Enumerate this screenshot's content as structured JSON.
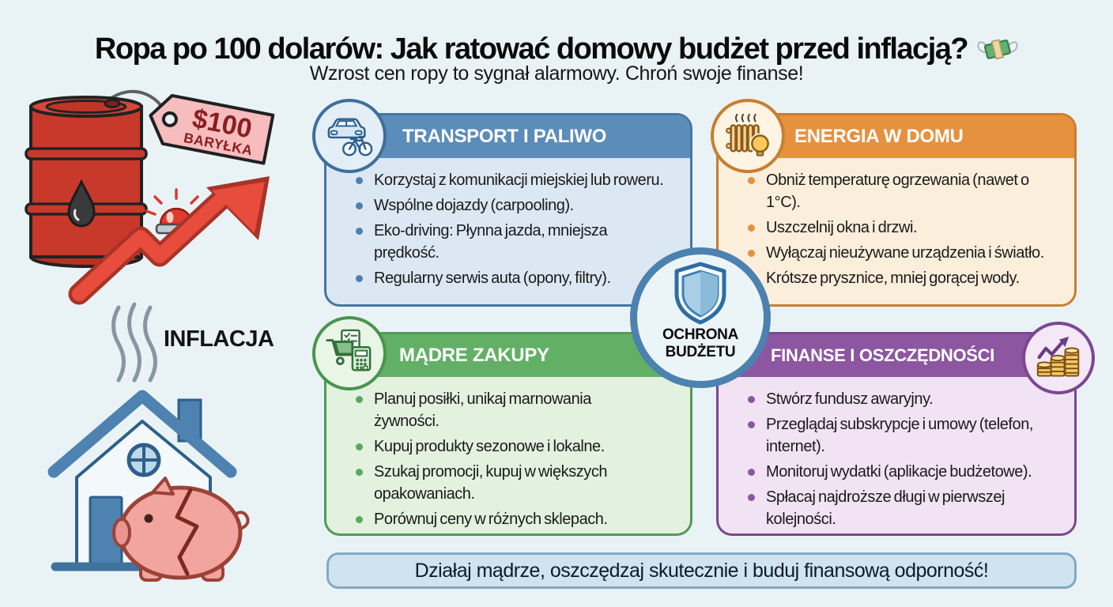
{
  "header": {
    "title": "Ropa po 100 dolarów: Jak ratować domowy budżet przed inflacją?",
    "title_icon": "money-with-wings-icon",
    "subtitle": "Wzrost cen ropy to sygnał alarmowy. Chroń swoje finanse!"
  },
  "illustration": {
    "tag_price": "$100",
    "tag_unit": "BARYŁKA",
    "inflation_label": "INFLACJA"
  },
  "center_badge": {
    "line1": "OCHRONA",
    "line2": "BUDŻETU",
    "icon": "shield-icon",
    "ring_color": "#4d81af"
  },
  "cards": [
    {
      "id": "transport",
      "title": "TRANSPORT I PALIWO",
      "icon": "car-and-bicycle-icon",
      "accent": "#5b8cba",
      "border": "#46759f",
      "body_bg": "#dbe8f3",
      "bullets": [
        "Korzystaj z komunikacji miejskiej lub roweru.",
        "Wspólne dojazdy (carpooling).",
        "Eko-driving: Płynna jazda, mniejsza prędkość.",
        "Regularny serwis auta (opony, filtry)."
      ]
    },
    {
      "id": "energy",
      "title": "ENERGIA W DOMU",
      "icon": "radiator-and-bulb-icon",
      "accent": "#e6913e",
      "border": "#c87e2f",
      "body_bg": "#fbeedb",
      "bullets": [
        "Obniż temperaturę ogrzewania (nawet o 1°C).",
        "Uszczelnij okna i drzwi.",
        "Wyłączaj nieużywane urządzenia i światło.",
        "Krótsze prysznice, mniej gorącej wody."
      ]
    },
    {
      "id": "shopping",
      "title": "MĄDRE ZAKUPY",
      "icon": "cart-checklist-calculator-icon",
      "accent": "#62b066",
      "border": "#519a58",
      "body_bg": "#e3f1df",
      "bullets": [
        "Planuj posiłki, unikaj marnowania żywności.",
        "Kupuj produkty sezonowe i lokalne.",
        "Szukaj promocji, kupuj w większych opakowaniach.",
        "Porównuj ceny w różnych sklepach."
      ]
    },
    {
      "id": "finance",
      "title": "FINANSE I OSZCZĘDNOŚCI",
      "icon": "coins-growth-arrow-icon",
      "accent": "#8c56a0",
      "border": "#7b4692",
      "body_bg": "#f1e2f4",
      "bullets": [
        "Stwórz fundusz awaryjny.",
        "Przeglądaj subskrypcje i umowy (telefon, internet).",
        "Monitoruj wydatki (aplikacje budżetowe).",
        "Spłacaj najdroższe długi w pierwszej kolejności."
      ]
    }
  ],
  "footer": {
    "banner": "Działaj mądrze, oszczędzaj skutecznie i buduj finansową odporność!",
    "banner_bg": "#cfe3f0",
    "banner_border": "#83a9c2"
  },
  "page_bg": "#e9f3f6"
}
